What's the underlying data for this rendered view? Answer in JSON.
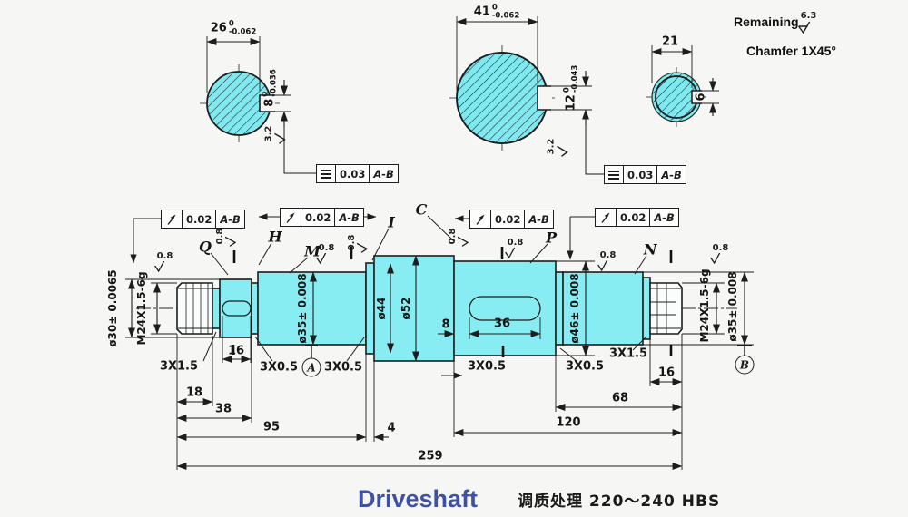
{
  "footer": {
    "title": "Driveshaft",
    "heat": "调质处理 220～240 HBS"
  },
  "notes": {
    "remaining": "Remaining",
    "chamfer": "Chamfer 1X45°"
  },
  "colors": {
    "fill": "#87edf2",
    "line": "#1d1d1d",
    "title_blue": "#3f51a5",
    "bg": "#f6f7f4"
  },
  "views": {
    "v1": {
      "w": "26",
      "wu": "0",
      "wl": "-0.062",
      "k": "8",
      "ku": "0",
      "kl": "-0.036"
    },
    "v2": {
      "w": "41",
      "wu": "0",
      "wl": "-0.062",
      "k": "12",
      "ku": "0",
      "kl": "-0.043"
    },
    "v3": {
      "w": "21",
      "k": "6"
    }
  },
  "gdt": {
    "runout_value": "0.02",
    "runout_datum": "A-B",
    "symm_value": "0.03",
    "symm_datum": "A-B"
  },
  "datum": {
    "a": "A",
    "b": "B"
  },
  "diam": {
    "d30": "ø30± 0.0065",
    "m24": "M24X1.5-6g",
    "d35": "ø35± 0.008",
    "d44": "ø44",
    "d52": "ø52",
    "d46": "ø46± 0.008"
  },
  "lens": {
    "k16": "16",
    "l18": "18",
    "l38": "38",
    "l95": "95",
    "l4": "4",
    "k8": "8",
    "k36": "36",
    "l68": "68",
    "l120": "120",
    "l259": "259",
    "r16": "16",
    "g05": "3X0.5",
    "g15": "3X1.5"
  },
  "labels": {
    "q": "Q",
    "h": "H",
    "m": "M",
    "i": "I",
    "c": "C",
    "p": "P",
    "n": "N"
  },
  "rough": {
    "fine": "0.8",
    "medium": "3.2",
    "coarse": "6.3"
  }
}
